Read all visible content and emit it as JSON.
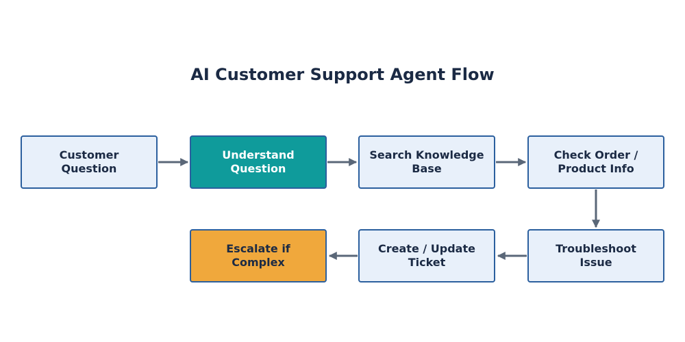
{
  "title": "AI Customer Support Agent Flow",
  "colors": {
    "node_fill": "#e8f0fa",
    "node_border": "#2b5f9e",
    "highlight_teal": "#0f9b9b",
    "highlight_orange": "#f0a83c",
    "arrow": "#5a6778",
    "text": "#1b2a44"
  },
  "nodes": [
    {
      "id": "n1",
      "lines": [
        "Customer",
        "Question"
      ]
    },
    {
      "id": "n2",
      "lines": [
        "Understand",
        "Question"
      ]
    },
    {
      "id": "n3",
      "lines": [
        "Search Knowledge",
        "Base"
      ]
    },
    {
      "id": "n4",
      "lines": [
        "Check Order /",
        "Product Info"
      ]
    },
    {
      "id": "n5",
      "lines": [
        "Troubleshoot",
        "Issue"
      ]
    },
    {
      "id": "n6",
      "lines": [
        "Create / Update",
        "Ticket"
      ]
    },
    {
      "id": "n7",
      "lines": [
        "Escalate if",
        "Complex"
      ]
    }
  ],
  "edges": [
    {
      "from": "n1",
      "to": "n2"
    },
    {
      "from": "n2",
      "to": "n3"
    },
    {
      "from": "n3",
      "to": "n4"
    },
    {
      "from": "n4",
      "to": "n5"
    },
    {
      "from": "n5",
      "to": "n6"
    },
    {
      "from": "n6",
      "to": "n7"
    }
  ]
}
